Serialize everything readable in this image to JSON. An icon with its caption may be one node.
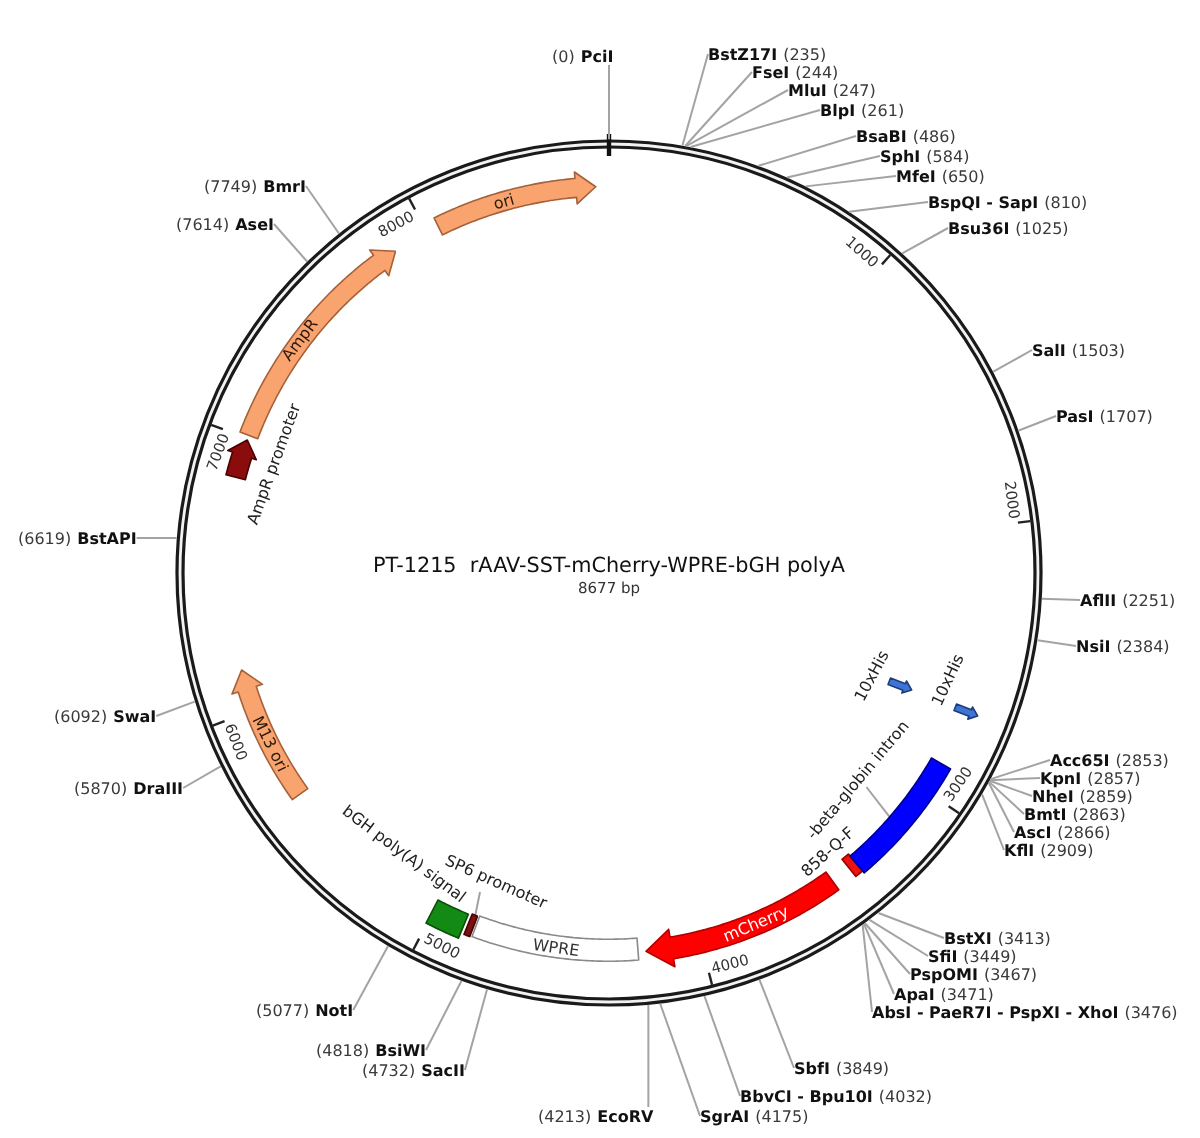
{
  "diagram": {
    "title": "PT-1215  rAAV-SST-mCherry-WPRE-bGH polyA",
    "nodes": [
      {
        "text": [],
        "shape": "circle"
      },
      {
        "text": [
          "ori"
        ],
        "in": 0
      },
      {
        "text": [
          "AmpR"
        ],
        "in": 0
      },
      {
        "text": [],
        "shape": "arrow",
        "beside": [
          "AmpR promoter"
        ],
        "in": 0
      },
      {
        "text": [
          "M13 ori"
        ],
        "in": 0
      },
      {
        "text": [],
        "shape": "box",
        "beside": [
          "bGH poly(A) signal"
        ],
        "in": 0
      },
      {
        "text": [
          "SP6 promoter"
        ],
        "in": 0
      },
      {
        "text": [],
        "shape": "bar",
        "in": 0
      },
      {
        "text": [
          "WPRE"
        ],
        "in": 0
      },
      {
        "text": [
          "mCherry"
        ],
        "in": 0
      },
      {
        "text": [],
        "shape": "bar",
        "beside": [
          "858-Q-F"
        ],
        "in": 0
      },
      {
        "text": [
          "-beta-globin intron"
        ],
        "in": 0
      },
      {
        "text": [],
        "shape": "bar",
        "in": 0
      },
      {
        "text": [],
        "shape": "arrow",
        "beside": [
          "10xHis"
        ],
        "in": 0
      },
      {
        "text": [],
        "shape": "arrow",
        "beside": [
          "10xHis"
        ],
        "in": 0
      },
      {
        "text": [
          "(0)",
          "PciI"
        ]
      },
      {
        "text": [
          "BstZ17I",
          "(235)"
        ]
      },
      {
        "text": [
          "FseI",
          "(244)"
        ]
      },
      {
        "text": [
          "MluI",
          "(247)"
        ]
      },
      {
        "text": [
          "BlpI",
          "(261)"
        ]
      },
      {
        "text": [
          "BsaBI",
          "(486)"
        ]
      },
      {
        "text": [
          "SphI",
          "(584)"
        ]
      },
      {
        "text": [
          "MfeI",
          "(650)"
        ]
      },
      {
        "text": [
          "BspQI - SapI",
          "(810)"
        ]
      },
      {
        "text": [
          "Bsu36I",
          "(1025)"
        ]
      },
      {
        "text": [
          "SalI",
          "(1503)"
        ]
      },
      {
        "text": [
          "PasI",
          "(1707)"
        ]
      },
      {
        "text": [
          "AflII",
          "(2251)"
        ]
      },
      {
        "text": [
          "NsiI",
          "(2384)"
        ]
      },
      {
        "text": [
          "Acc65I",
          "(2853)"
        ]
      },
      {
        "text": [
          "KpnI",
          "(2857)"
        ]
      },
      {
        "text": [
          "NheI",
          "(2859)"
        ]
      },
      {
        "text": [
          "BmtI",
          "(2863)"
        ]
      },
      {
        "text": [
          "AscI",
          "(2866)"
        ]
      },
      {
        "text": [
          "KflI",
          "(2909)"
        ]
      },
      {
        "text": [
          "BstXI",
          "(3413)"
        ]
      },
      {
        "text": [
          "SfiI",
          "(3449)"
        ]
      },
      {
        "text": [
          "PspOMI",
          "(3467)"
        ]
      },
      {
        "text": [
          "ApaI",
          "(3471)"
        ]
      },
      {
        "text": [
          "AbsI - PaeR7I - PspXI - XhoI",
          "(3476)"
        ]
      },
      {
        "text": [
          "SbfI",
          "(3849)"
        ]
      },
      {
        "text": [
          "BbvCI - Bpu10I",
          "(4032)"
        ]
      },
      {
        "text": [
          "SgrAI",
          "(4175)"
        ]
      },
      {
        "text": [
          "(4213)",
          "EcoRV"
        ]
      },
      {
        "text": [
          "(4732)",
          "SacII"
        ]
      },
      {
        "text": [
          "(4818)",
          "BsiWI"
        ]
      },
      {
        "text": [
          "(5077)",
          "NotI"
        ]
      },
      {
        "text": [
          "(5870)",
          "DraIII"
        ]
      },
      {
        "text": [
          "(6092)",
          "SwaI"
        ]
      },
      {
        "text": [
          "(6619)",
          "BstAPI"
        ]
      },
      {
        "text": [
          "(7614)",
          "AseI"
        ]
      },
      {
        "text": [
          "(7749)",
          "BmrI"
        ]
      }
    ],
    "edges": [
      {
        "from": 15,
        "to": 0,
        "arrow": "none"
      },
      {
        "from": 16,
        "to": 0,
        "arrow": "none"
      },
      {
        "from": 17,
        "to": 0,
        "arrow": "none"
      },
      {
        "from": 18,
        "to": 0,
        "arrow": "none"
      },
      {
        "from": 19,
        "to": 0,
        "arrow": "none"
      },
      {
        "from": 20,
        "to": 0,
        "arrow": "none"
      },
      {
        "from": 21,
        "to": 0,
        "arrow": "none"
      },
      {
        "from": 22,
        "to": 0,
        "arrow": "none"
      },
      {
        "from": 23,
        "to": 0,
        "arrow": "none"
      },
      {
        "from": 24,
        "to": 0,
        "arrow": "none"
      },
      {
        "from": 25,
        "to": 0,
        "arrow": "none"
      },
      {
        "from": 26,
        "to": 0,
        "arrow": "none"
      },
      {
        "from": 27,
        "to": 0,
        "arrow": "none"
      },
      {
        "from": 28,
        "to": 0,
        "arrow": "none"
      },
      {
        "from": 29,
        "to": 0,
        "arrow": "none"
      },
      {
        "from": 30,
        "to": 0,
        "arrow": "none"
      },
      {
        "from": 31,
        "to": 0,
        "arrow": "none"
      },
      {
        "from": 32,
        "to": 0,
        "arrow": "none"
      },
      {
        "from": 33,
        "to": 0,
        "arrow": "none"
      },
      {
        "from": 34,
        "to": 0,
        "arrow": "none"
      },
      {
        "from": 35,
        "to": 0,
        "arrow": "none"
      },
      {
        "from": 36,
        "to": 0,
        "arrow": "none"
      },
      {
        "from": 37,
        "to": 0,
        "arrow": "none"
      },
      {
        "from": 38,
        "to": 0,
        "arrow": "none"
      },
      {
        "from": 39,
        "to": 0,
        "arrow": "none"
      },
      {
        "from": 40,
        "to": 0,
        "arrow": "none"
      },
      {
        "from": 41,
        "to": 0,
        "arrow": "none"
      },
      {
        "from": 42,
        "to": 0,
        "arrow": "none"
      },
      {
        "from": 43,
        "to": 0,
        "arrow": "none"
      },
      {
        "from": 44,
        "to": 0,
        "arrow": "none"
      },
      {
        "from": 45,
        "to": 0,
        "arrow": "none"
      },
      {
        "from": 46,
        "to": 0,
        "arrow": "none"
      },
      {
        "from": 47,
        "to": 0,
        "arrow": "none"
      },
      {
        "from": 48,
        "to": 0,
        "arrow": "none"
      },
      {
        "from": 49,
        "to": 0,
        "arrow": "none"
      },
      {
        "from": 50,
        "to": 0,
        "arrow": "none"
      },
      {
        "from": 51,
        "to": 0,
        "arrow": "none"
      },
      {
        "from": 6,
        "to": 7,
        "arrow": "none"
      },
      {
        "from": 11,
        "to": 12,
        "arrow": "none"
      }
    ],
    "labels": [
      "8677 bp",
      "1000",
      "2000",
      "3000",
      "4000",
      "5000",
      "6000",
      "7000",
      "8000"
    ]
  }
}
